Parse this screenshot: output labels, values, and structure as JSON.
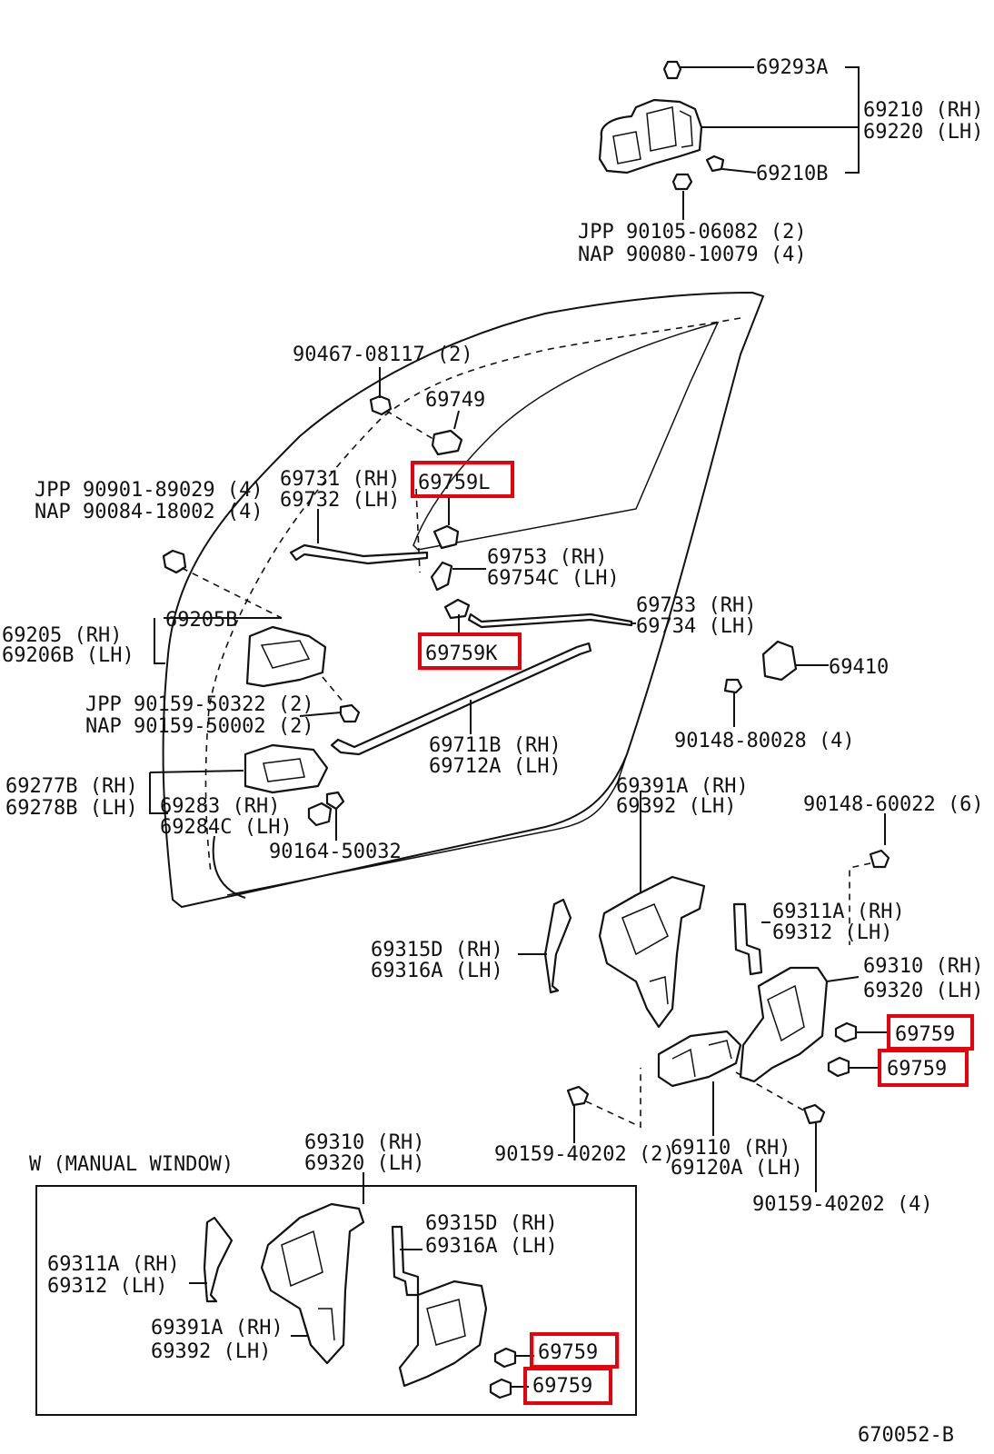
{
  "highlight_color": "#e8000b",
  "diagram_id": "670052-B",
  "outside_handle": {
    "screw": "69293A",
    "handle_rh": "69210 (RH)",
    "handle_lh": "69220 (LH)",
    "clip": "69210B",
    "bolt_jpp": "JPP 90105-06082 (2)",
    "bolt_nap": "NAP 90080-10079 (4)"
  },
  "door": {
    "clip_top": "90467-08117 (2)",
    "guide": "69749",
    "clip_l": "69759L",
    "rod_rh": "69731 (RH)",
    "rod_lh": "69732 (LH)",
    "screw_jpp": "JPP 90901-89029 (4)",
    "screw_nap": "NAP 90084-18002 (4)",
    "lever_rh": "69753  (RH)",
    "lever_lh": "69754C (LH)",
    "rod2_rh": "69733 (RH)",
    "rod2_lh": "69734 (LH)",
    "bezel": "69205B",
    "inner_rh": "69205  (RH)",
    "inner_lh": "69206B (LH)",
    "clip_k": "69759K",
    "striker": "69410",
    "screw_inner_jpp": "JPP 90159-50322 (2)",
    "screw_inner_nap": "NAP 90159-50002 (2)",
    "striker_screw": "90148-80028 (4)",
    "link_rh": "69711B (RH)",
    "link_lh": "69712A (LH)",
    "cover_rh": "69277B (RH)",
    "cover_lh": "69278B (LH)",
    "knob_rh": "69283  (RH)",
    "knob_lh": "69284C (LH)",
    "knob_screw": "90164-50032",
    "reg_rh": "69391A (RH)",
    "reg_lh": "69392  (LH)",
    "reg_screw": "90148-60022 (6)"
  },
  "regulator": {
    "rod_rh": "69311A (RH)",
    "rod_lh": "69312  (LH)",
    "cable_rh": "69315D (RH)",
    "cable_lh": "69316A (LH)",
    "reg_rh": "69310 (RH)",
    "reg_lh": "69320 (LH)",
    "clip_a": "69759",
    "clip_b": "69759",
    "bolt_left": "90159-40202 (2)",
    "motor_rh": "69110  (RH)",
    "motor_lh": "69120A (LH)",
    "bolt_right": "90159-40202 (4)"
  },
  "manual_window": {
    "title": "W (MANUAL  WINDOW)",
    "reg_rh": "69310 (RH)",
    "reg_lh": "69320 (LH)",
    "cable_rh": "69315D (RH)",
    "cable_lh": "69316A (LH)",
    "rod_rh": "69311A (RH)",
    "rod_lh": "69312  (LH)",
    "arm_rh": "69391A (RH)",
    "arm_lh": "69392  (LH)",
    "clip_a": "69759",
    "clip_b": "69759"
  }
}
